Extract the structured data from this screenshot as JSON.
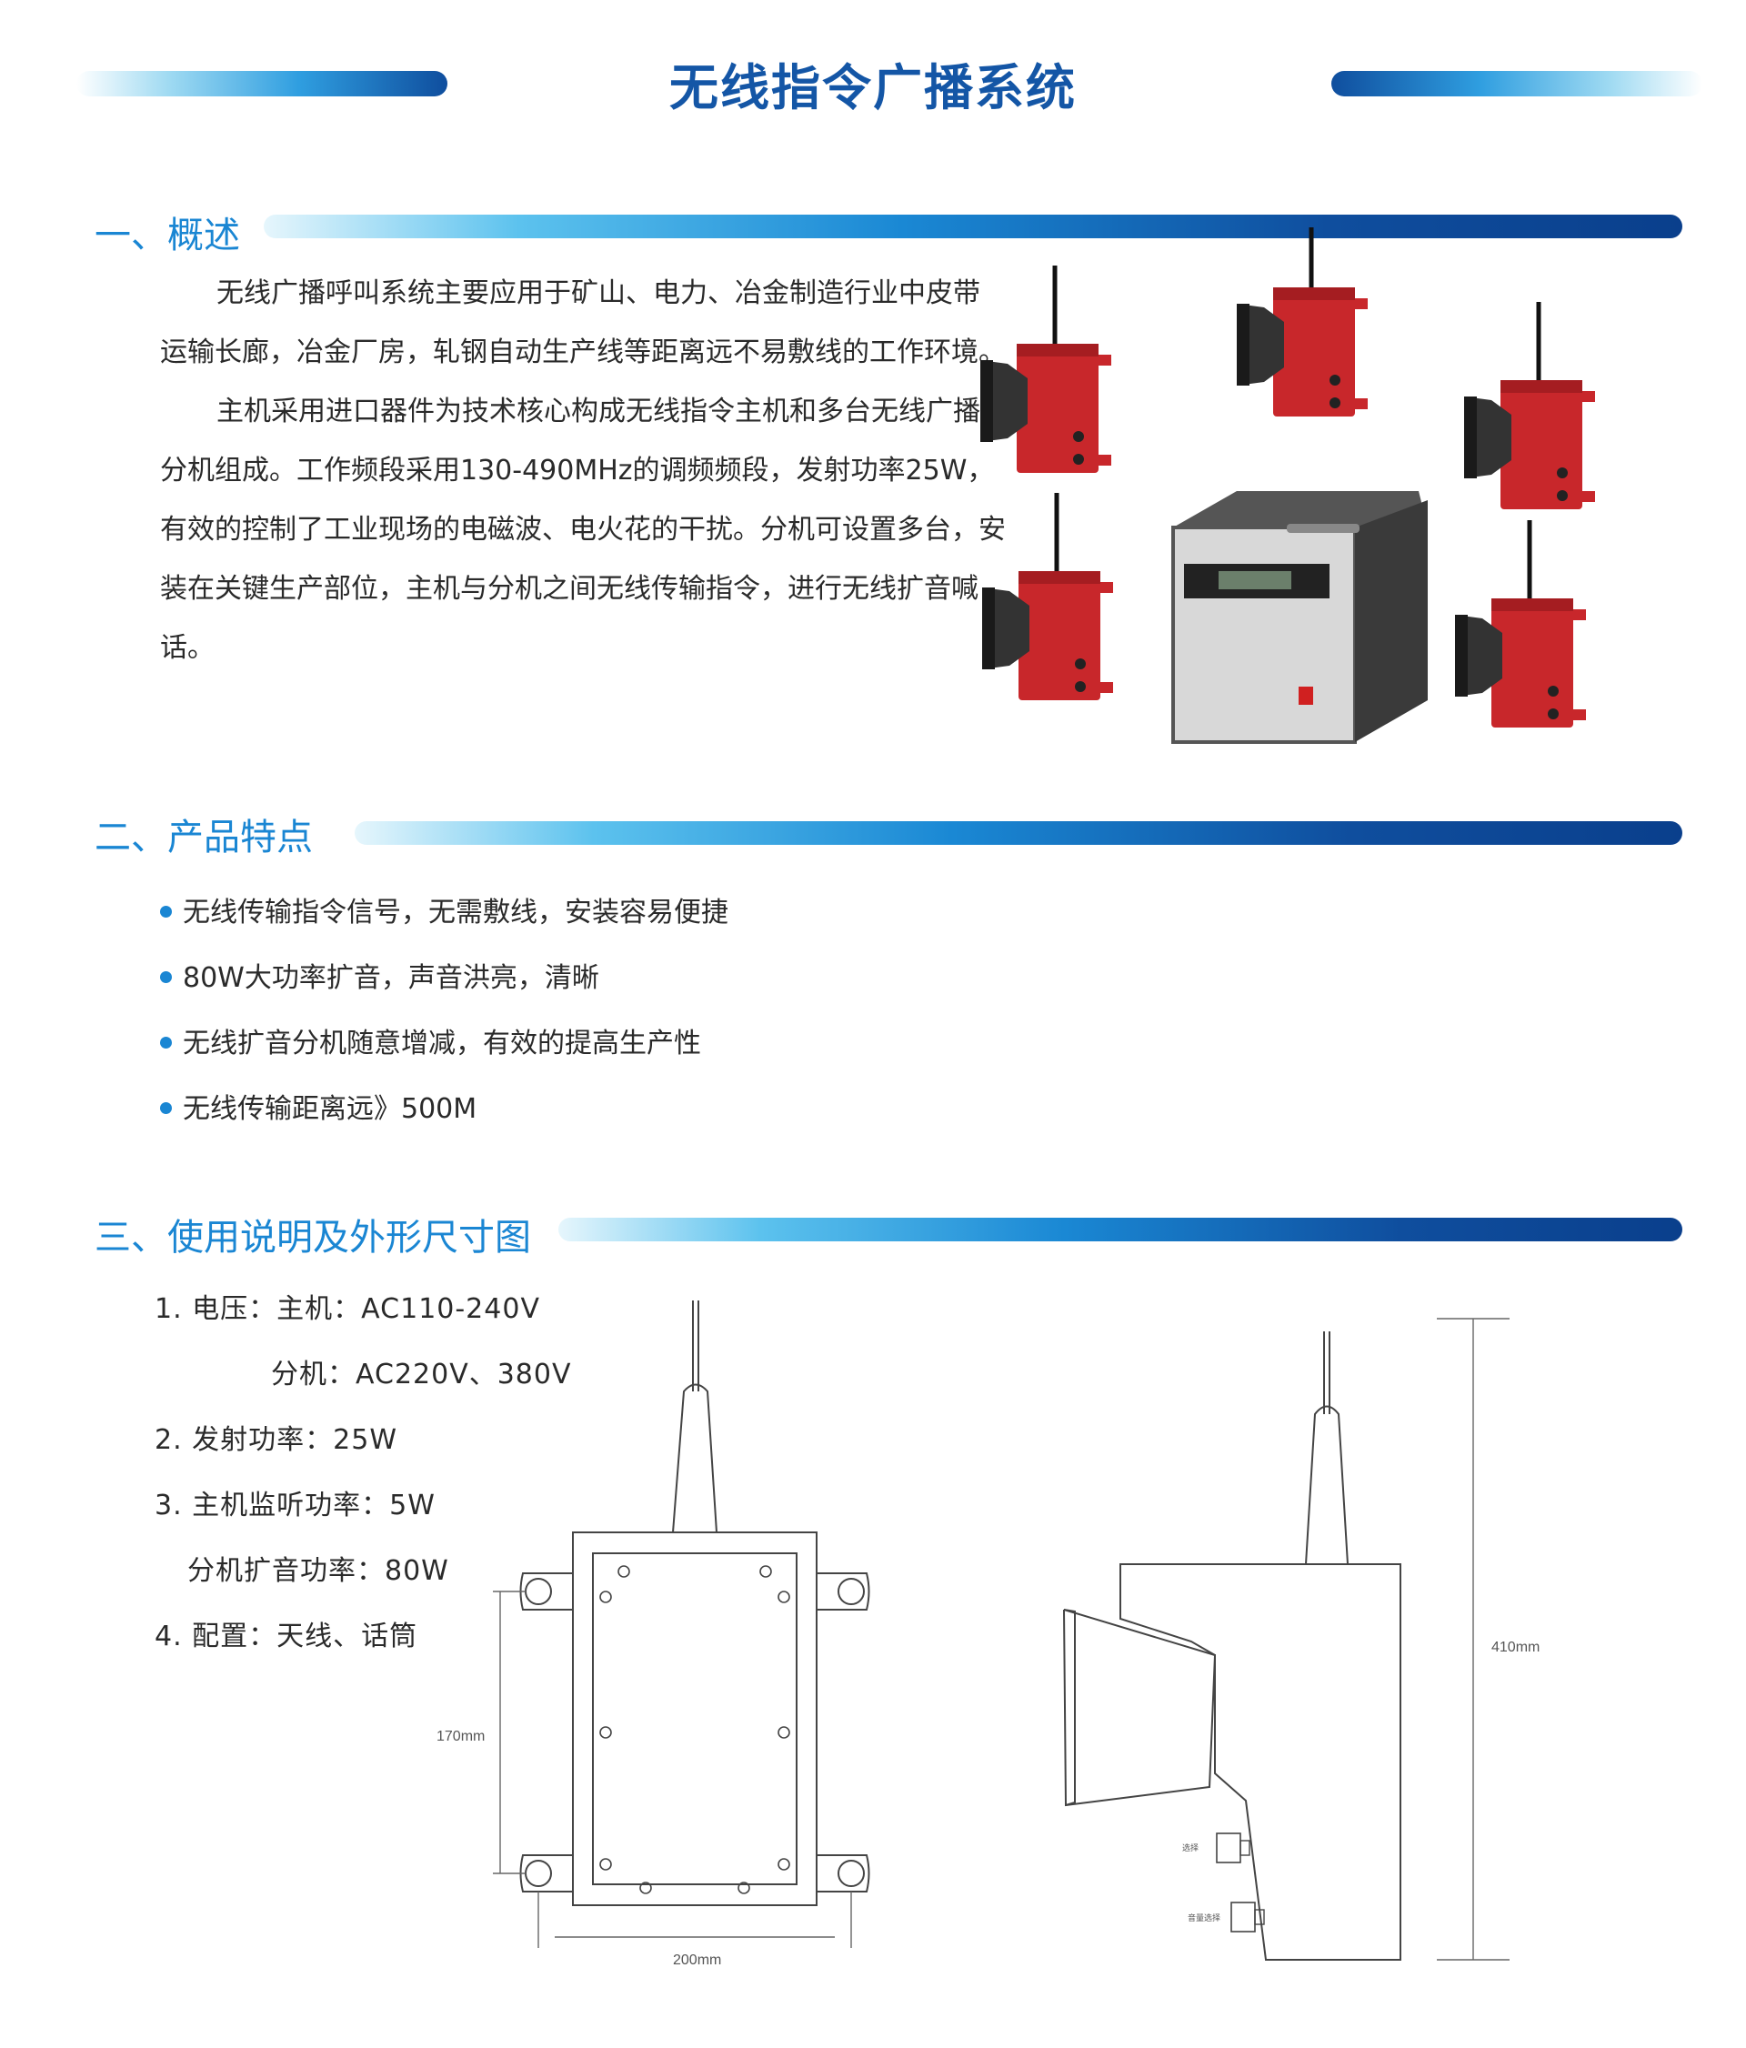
{
  "header": {
    "title": "无线指令广播系统"
  },
  "section1": {
    "heading": "一、概述",
    "para1": "无线广播呼叫系统主要应用于矿山、电力、冶金制造行业中皮带运输长廊，冶金厂房，轧钢自动生产线等距离远不易敷线的工作环境。",
    "para2": "主机采用进口器件为技术核心构成无线指令主机和多台无线广播分机组成。工作频段采用130-490MHz的调频频段，发射功率25W，有效的控制了工业现场的电磁波、电火花的干扰。分机可设置多台，安装在关键生产部位，主机与分机之间无线传输指令，进行无线扩音喊话。"
  },
  "section2": {
    "heading": "二、产品特点",
    "features": [
      "无线传输指令信号，无需敷线，安装容易便捷",
      "80W大功率扩音，声音洪亮，清晰",
      "无线扩音分机随意增减，有效的提高生产性",
      "无线传输距离远》500M"
    ]
  },
  "section3": {
    "heading": "三、使用说明及外形尺寸图",
    "specs": [
      "1. 电压：主机：AC110-240V",
      "分机：AC220V、380V",
      "2. 发射功率：25W",
      "3. 主机监听功率：5W",
      "分机扩音功率：80W",
      "4. 配置：天线、话筒"
    ]
  },
  "drawing": {
    "front_height": "170mm",
    "front_width": "200mm",
    "side_height": "410mm",
    "label_select": "选择",
    "label_volume": "音量选择"
  },
  "colors": {
    "title": "#1456a6",
    "section": "#1a86d3",
    "bar_dark": "#0f4e9e",
    "speaker_red": "#c8272b"
  }
}
